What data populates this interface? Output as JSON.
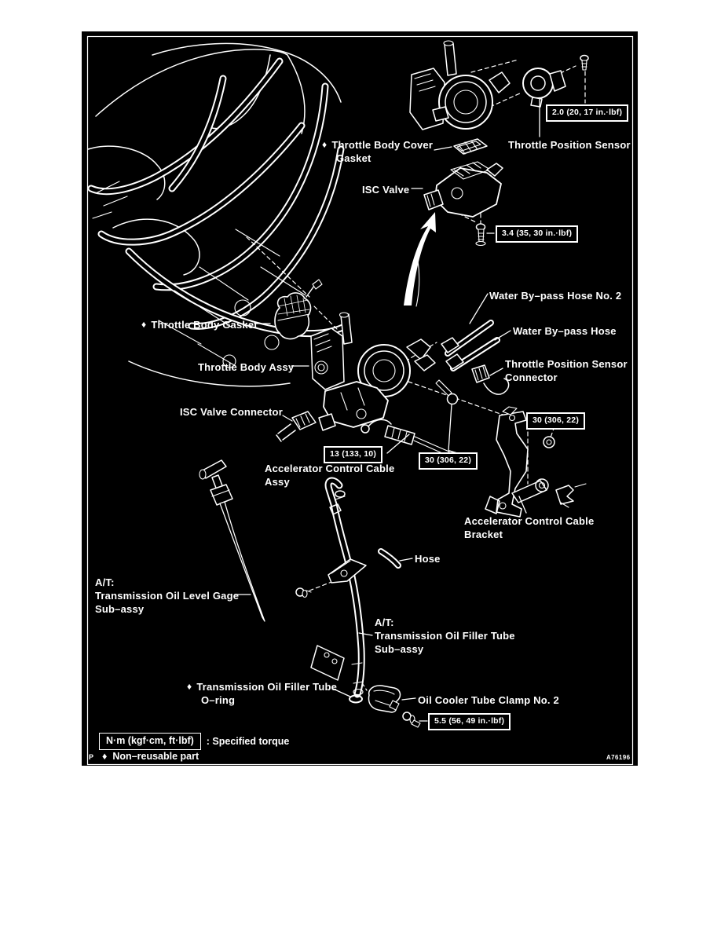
{
  "panel": {
    "figure_code": "A76196",
    "page_letter": "P",
    "colors": {
      "panel_bg": "#000000",
      "ink": "#ffffff",
      "page_bg": "#ffffff"
    }
  },
  "symbols": {
    "diamond": "♦"
  },
  "callouts": {
    "tps": "Throttle Position Sensor",
    "cover_gasket_l1": "Throttle Body Cover",
    "cover_gasket_l2": "Gasket",
    "isc_valve": "ISC Valve",
    "water_hose_no2": "Water By–pass Hose No. 2",
    "water_hose": "Water By–pass Hose",
    "body_gasket": "Throttle Body Gasket",
    "body_assy": "Throttle Body Assy",
    "tps_connector_l1": "Throttle Position Sensor",
    "tps_connector_l2": "Connector",
    "isc_connector": "ISC Valve Connector",
    "accel_cable_l1": "Accelerator Control Cable",
    "accel_cable_l2": "Assy",
    "accel_bracket_l1": "Accelerator Control Cable",
    "accel_bracket_l2": "Bracket",
    "hose": "Hose",
    "level_gage_l1": "A/T:",
    "level_gage_l2": "Transmission Oil Level Gage",
    "level_gage_l3": "Sub–assy",
    "filler_tube_l1": "A/T:",
    "filler_tube_l2": "Transmission Oil Filler Tube",
    "filler_tube_l3": "Sub–assy",
    "oring_l1": "Transmission Oil Filler Tube",
    "oring_l2": "O–ring",
    "clamp": "Oil Cooler Tube Clamp No. 2"
  },
  "torques": {
    "tps_screw": "2.0 (20, 17 in.·lbf)",
    "isc_screw": "3.4 (35, 30 in.·lbf)",
    "cable_nut": "13 (133, 10)",
    "body_bolt": "30 (306, 22)",
    "bracket_nut": "30 (306, 22)",
    "clamp_screw": "5.5 (56, 49 in.·lbf)"
  },
  "legend": {
    "torque_box": "N·m (kgf·cm, ft·lbf)",
    "torque_desc": ": Specified torque",
    "nonreusable": "Non–reusable part"
  }
}
